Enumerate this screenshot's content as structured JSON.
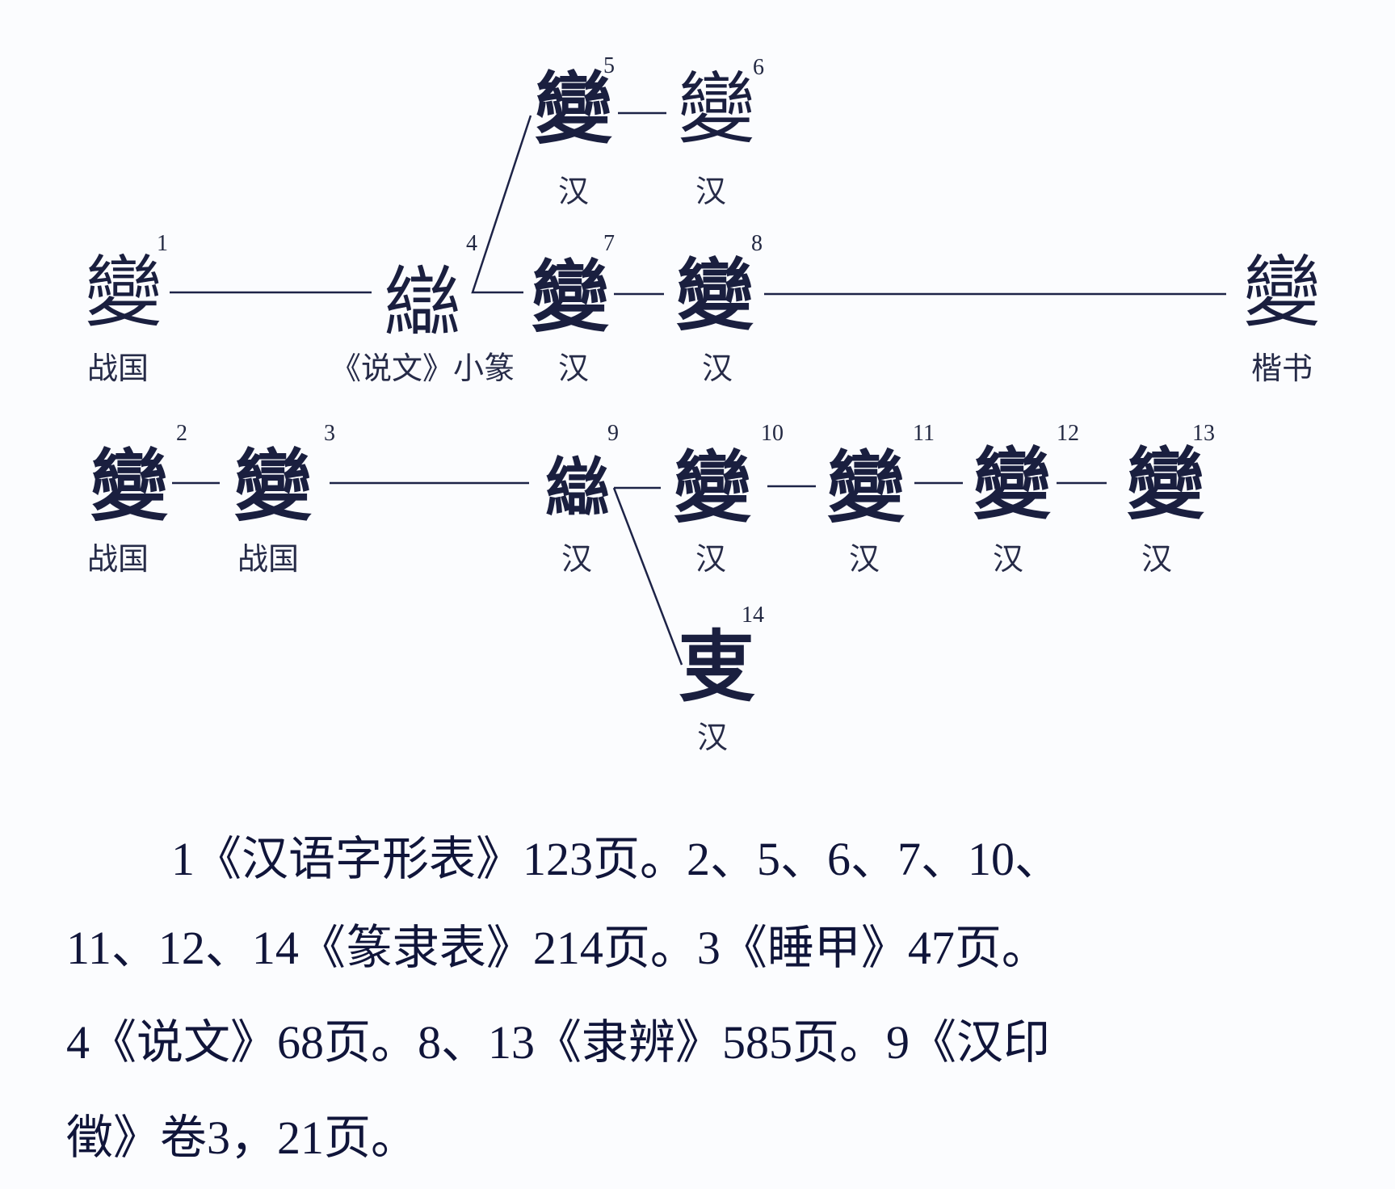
{
  "diagram": {
    "nodes": {
      "n1": {
        "glyph": "變",
        "number": "1",
        "period": "战国"
      },
      "n2": {
        "glyph": "變",
        "number": "2",
        "period": "战国"
      },
      "n3": {
        "glyph": "變",
        "number": "3",
        "period": "战国"
      },
      "n4": {
        "glyph": "䜌",
        "number": "4",
        "period": "《说文》小篆"
      },
      "n5": {
        "glyph": "變",
        "number": "5",
        "period": "汉"
      },
      "n6": {
        "glyph": "變",
        "number": "6",
        "period": "汉"
      },
      "n7": {
        "glyph": "變",
        "number": "7",
        "period": "汉"
      },
      "n8": {
        "glyph": "變",
        "number": "8",
        "period": "汉"
      },
      "n9": {
        "glyph": "䜌",
        "number": "9",
        "period": "汉"
      },
      "n10": {
        "glyph": "變",
        "number": "10",
        "period": "汉"
      },
      "n11": {
        "glyph": "變",
        "number": "11",
        "period": "汉"
      },
      "n12": {
        "glyph": "變",
        "number": "12",
        "period": "汉"
      },
      "n13": {
        "glyph": "變",
        "number": "13",
        "period": "汉"
      },
      "n14": {
        "glyph": "叓",
        "number": "14",
        "period": "汉"
      },
      "kaishu": {
        "glyph": "變",
        "period": "楷书"
      }
    },
    "edges": [
      [
        "n1",
        "n4"
      ],
      [
        "n4",
        "n5"
      ],
      [
        "n5",
        "n6"
      ],
      [
        "n4",
        "n7"
      ],
      [
        "n7",
        "n8"
      ],
      [
        "n8",
        "kaishu"
      ],
      [
        "n2",
        "n3"
      ],
      [
        "n3",
        "n9"
      ],
      [
        "n9",
        "n10"
      ],
      [
        "n10",
        "n11"
      ],
      [
        "n11",
        "n12"
      ],
      [
        "n12",
        "n13"
      ],
      [
        "n9",
        "n14"
      ]
    ]
  },
  "sources": {
    "line1": "1《汉语字形表》123页。2、5、6、7、10、",
    "line2": "11、12、14《篆隶表》214页。3《睡甲》47页。",
    "line3": "4《说文》68页。8、13《隶辨》585页。9《汉印",
    "line4": "徵》卷3，21页。"
  }
}
